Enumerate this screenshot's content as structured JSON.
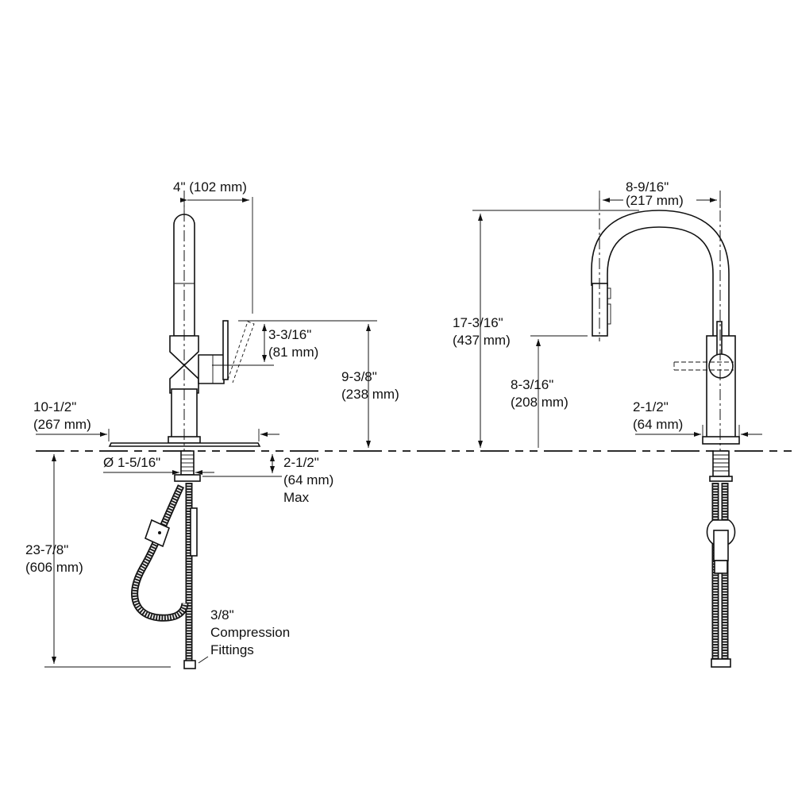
{
  "drawing": {
    "title": "Kitchen pull-down faucet dimensional drawing",
    "views": [
      "side-view",
      "front-view"
    ]
  },
  "side_view": {
    "dim_spout_reach": {
      "imperial": "4\"",
      "metric": "(102 mm)",
      "text": "4\" (102 mm)"
    },
    "dim_handle_height": {
      "imperial": "3-3/16\"",
      "metric": "(81 mm)"
    },
    "dim_handle_top_height": {
      "imperial": "9-3/8\"",
      "metric": "(238 mm)"
    },
    "dim_deckplate_width": {
      "imperial": "10-1/2\"",
      "metric": "(267 mm)"
    },
    "dim_hole_diameter": {
      "text": "Ø 1-5/16\""
    },
    "dim_deck_thickness": {
      "imperial": "2-1/2\"",
      "metric": "(64 mm)",
      "note": "Max"
    },
    "dim_below_deck": {
      "imperial": "23-7/8\"",
      "metric": "(606 mm)"
    },
    "fittings_note": {
      "line1": "3/8\"",
      "line2": "Compression",
      "line3": "Fittings"
    }
  },
  "front_view": {
    "dim_spout_reach": {
      "imperial": "8-9/16\"",
      "metric": "(217 mm)"
    },
    "dim_overall_height": {
      "imperial": "17-3/16\"",
      "metric": "(437 mm)"
    },
    "dim_spout_clearance": {
      "imperial": "8-3/16\"",
      "metric": "(208 mm)"
    },
    "dim_base_diameter": {
      "imperial": "2-1/2\"",
      "metric": "(64 mm)"
    }
  }
}
